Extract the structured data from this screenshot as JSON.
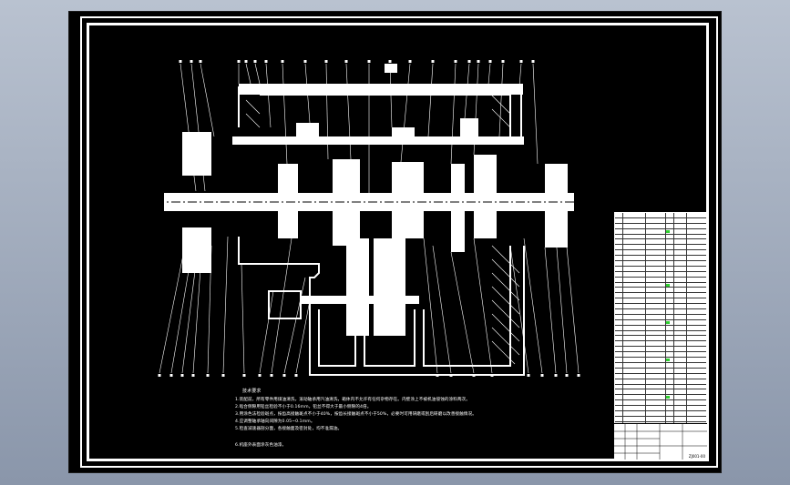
{
  "drawing": {
    "balloon_count_top": 24,
    "balloon_count_bottom": 27
  },
  "technical_notes": {
    "title": "技术要求",
    "lines": [
      "1.装配前，所有零件用煤油清洗，滚动轴承用汽油清洗，箱体内不允许有任何杂物存在。内壁涂上不被机油侵蚀的涂料两次。",
      "2.啮合侧隙用铅丝检验不小于0.16mm，铅丝不得大于最小侧隙的4倍。",
      "3.用涂色法检验斑点，按齿高接触斑点不小于40%，按齿长接触斑点不小于50%，必要时可用研磨或刮后研磨以改善接触情况。",
      "4.应调整轴承轴向间隙为0.05~0.1mm。",
      "5.检查减速器剖分面，各接触面及密封处，均不准漏油。"
    ],
    "last_line": "6.机座外表面涂灰色油漆。"
  },
  "bom": {
    "row_count": 44,
    "highlight_rows": [
      3,
      13,
      20,
      27,
      34,
      41
    ]
  },
  "title_block": {
    "drawing_number": "ZJ001-00"
  }
}
